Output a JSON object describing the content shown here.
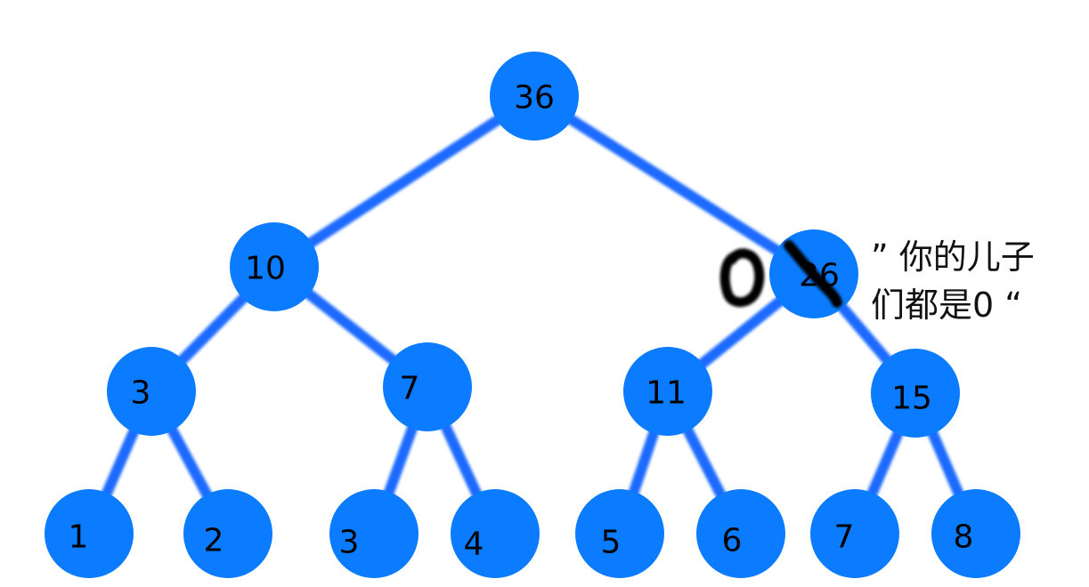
{
  "colors": {
    "node_fill": "#0B7BFF",
    "edge": "#1E6BFF",
    "label": "#000000",
    "annotation_ink": "#000000"
  },
  "tree": {
    "nodes": [
      {
        "id": "root",
        "label": "36"
      },
      {
        "id": "l1-left",
        "label": "10"
      },
      {
        "id": "l1-right",
        "label": "26",
        "crossed_out": true,
        "replacement": "0"
      },
      {
        "id": "l2-a",
        "label": "3"
      },
      {
        "id": "l2-b",
        "label": "7"
      },
      {
        "id": "l2-c",
        "label": "11"
      },
      {
        "id": "l2-d",
        "label": "15"
      },
      {
        "id": "leaf-1",
        "label": "1"
      },
      {
        "id": "leaf-2",
        "label": "2"
      },
      {
        "id": "leaf-3",
        "label": "3"
      },
      {
        "id": "leaf-4",
        "label": "4"
      },
      {
        "id": "leaf-5",
        "label": "5"
      },
      {
        "id": "leaf-6",
        "label": "6"
      },
      {
        "id": "leaf-7",
        "label": "7"
      },
      {
        "id": "leaf-8",
        "label": "8"
      }
    ],
    "edges": [
      [
        "root",
        "l1-left"
      ],
      [
        "root",
        "l1-right"
      ],
      [
        "l1-left",
        "l2-a"
      ],
      [
        "l1-left",
        "l2-b"
      ],
      [
        "l1-right",
        "l2-c"
      ],
      [
        "l1-right",
        "l2-d"
      ],
      [
        "l2-a",
        "leaf-1"
      ],
      [
        "l2-a",
        "leaf-2"
      ],
      [
        "l2-b",
        "leaf-3"
      ],
      [
        "l2-b",
        "leaf-4"
      ],
      [
        "l2-c",
        "leaf-5"
      ],
      [
        "l2-c",
        "leaf-6"
      ],
      [
        "l2-d",
        "leaf-7"
      ],
      [
        "l2-d",
        "leaf-8"
      ]
    ]
  },
  "annotation": {
    "line1": "” 你的儿子",
    "line2": "们都是0 “"
  }
}
